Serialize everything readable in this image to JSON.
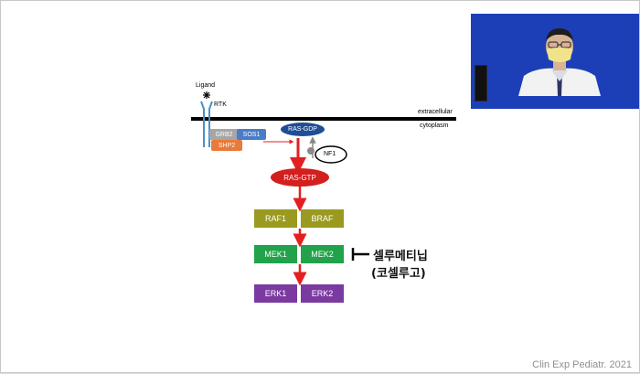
{
  "diagram": {
    "ligand_label": "Ligand",
    "rtk_label": "RTK",
    "extracellular_label": "extracellular",
    "cytoplasm_label": "cytoplasm",
    "grb2_label": "GRB2",
    "sos1_label": "SOS1",
    "shp2_label": "SHP2",
    "ras_gdp_label": "RAS-GDP",
    "nf1_label": "NF1",
    "ras_gtp_label": "RAS-GTP",
    "raf1_label": "RAF1",
    "braf_label": "BRAF",
    "mek1_label": "MEK1",
    "mek2_label": "MEK2",
    "erk1_label": "ERK1",
    "erk2_label": "ERK2",
    "drug_name_label": "셀루메티닙",
    "drug_brand_label": "(코셀루고)"
  },
  "footer": {
    "citation": "Clin Exp Pediatr. 2021"
  },
  "colors": {
    "grb2": "#a6a6a6",
    "sos1": "#4a7cc7",
    "shp2": "#e87a3a",
    "ras_gdp": "#1f4e96",
    "ras_gtp": "#d41f1f",
    "raf": "#9a9a20",
    "mek": "#22a24a",
    "erk": "#7b3aa0",
    "arrow": "#e41f1f",
    "webcam_bg": "#1c3fb8"
  }
}
